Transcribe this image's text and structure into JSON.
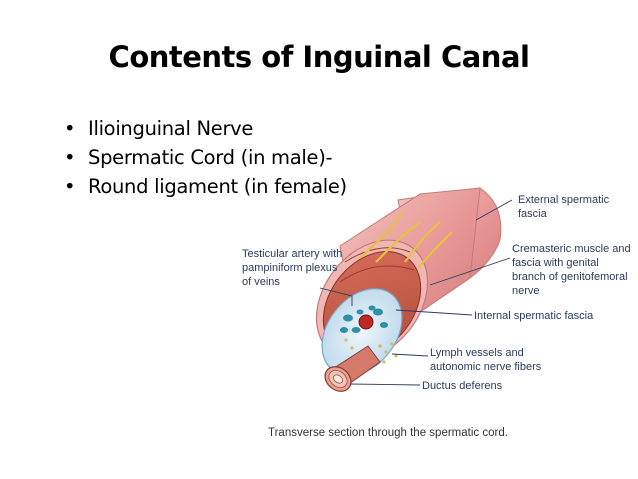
{
  "slide": {
    "title": "Contents of Inguinal Canal",
    "bullets": [
      "Ilioinguinal Nerve",
      "Spermatic Cord (in male)-",
      "Round ligament (in female)"
    ]
  },
  "figure": {
    "labels": {
      "external_fascia": [
        "External spermatic",
        "fascia"
      ],
      "cremasteric": [
        "Cremasteric muscle and",
        "fascia with genital",
        "branch of genitofemoral",
        "nerve"
      ],
      "internal_fascia": [
        "Internal spermatic fascia"
      ],
      "lymph": [
        "Lymph vessels and",
        "autonomic nerve fibers"
      ],
      "ductus": [
        "Ductus deferens"
      ],
      "testicular": [
        "Testicular artery with",
        "pampiniform plexus",
        "of veins"
      ]
    },
    "caption": "Transverse section through the spermatic cord.",
    "colors": {
      "outer_fascia": "#e8a0a0",
      "muscle": "#c45a4a",
      "inner_fascia": "#cfe4f2",
      "nerve": "#e8c040",
      "veins": "#2f8fa8",
      "artery": "#c02828",
      "ductus": "#d47a6a",
      "label_line": "#2a3b5e"
    }
  }
}
